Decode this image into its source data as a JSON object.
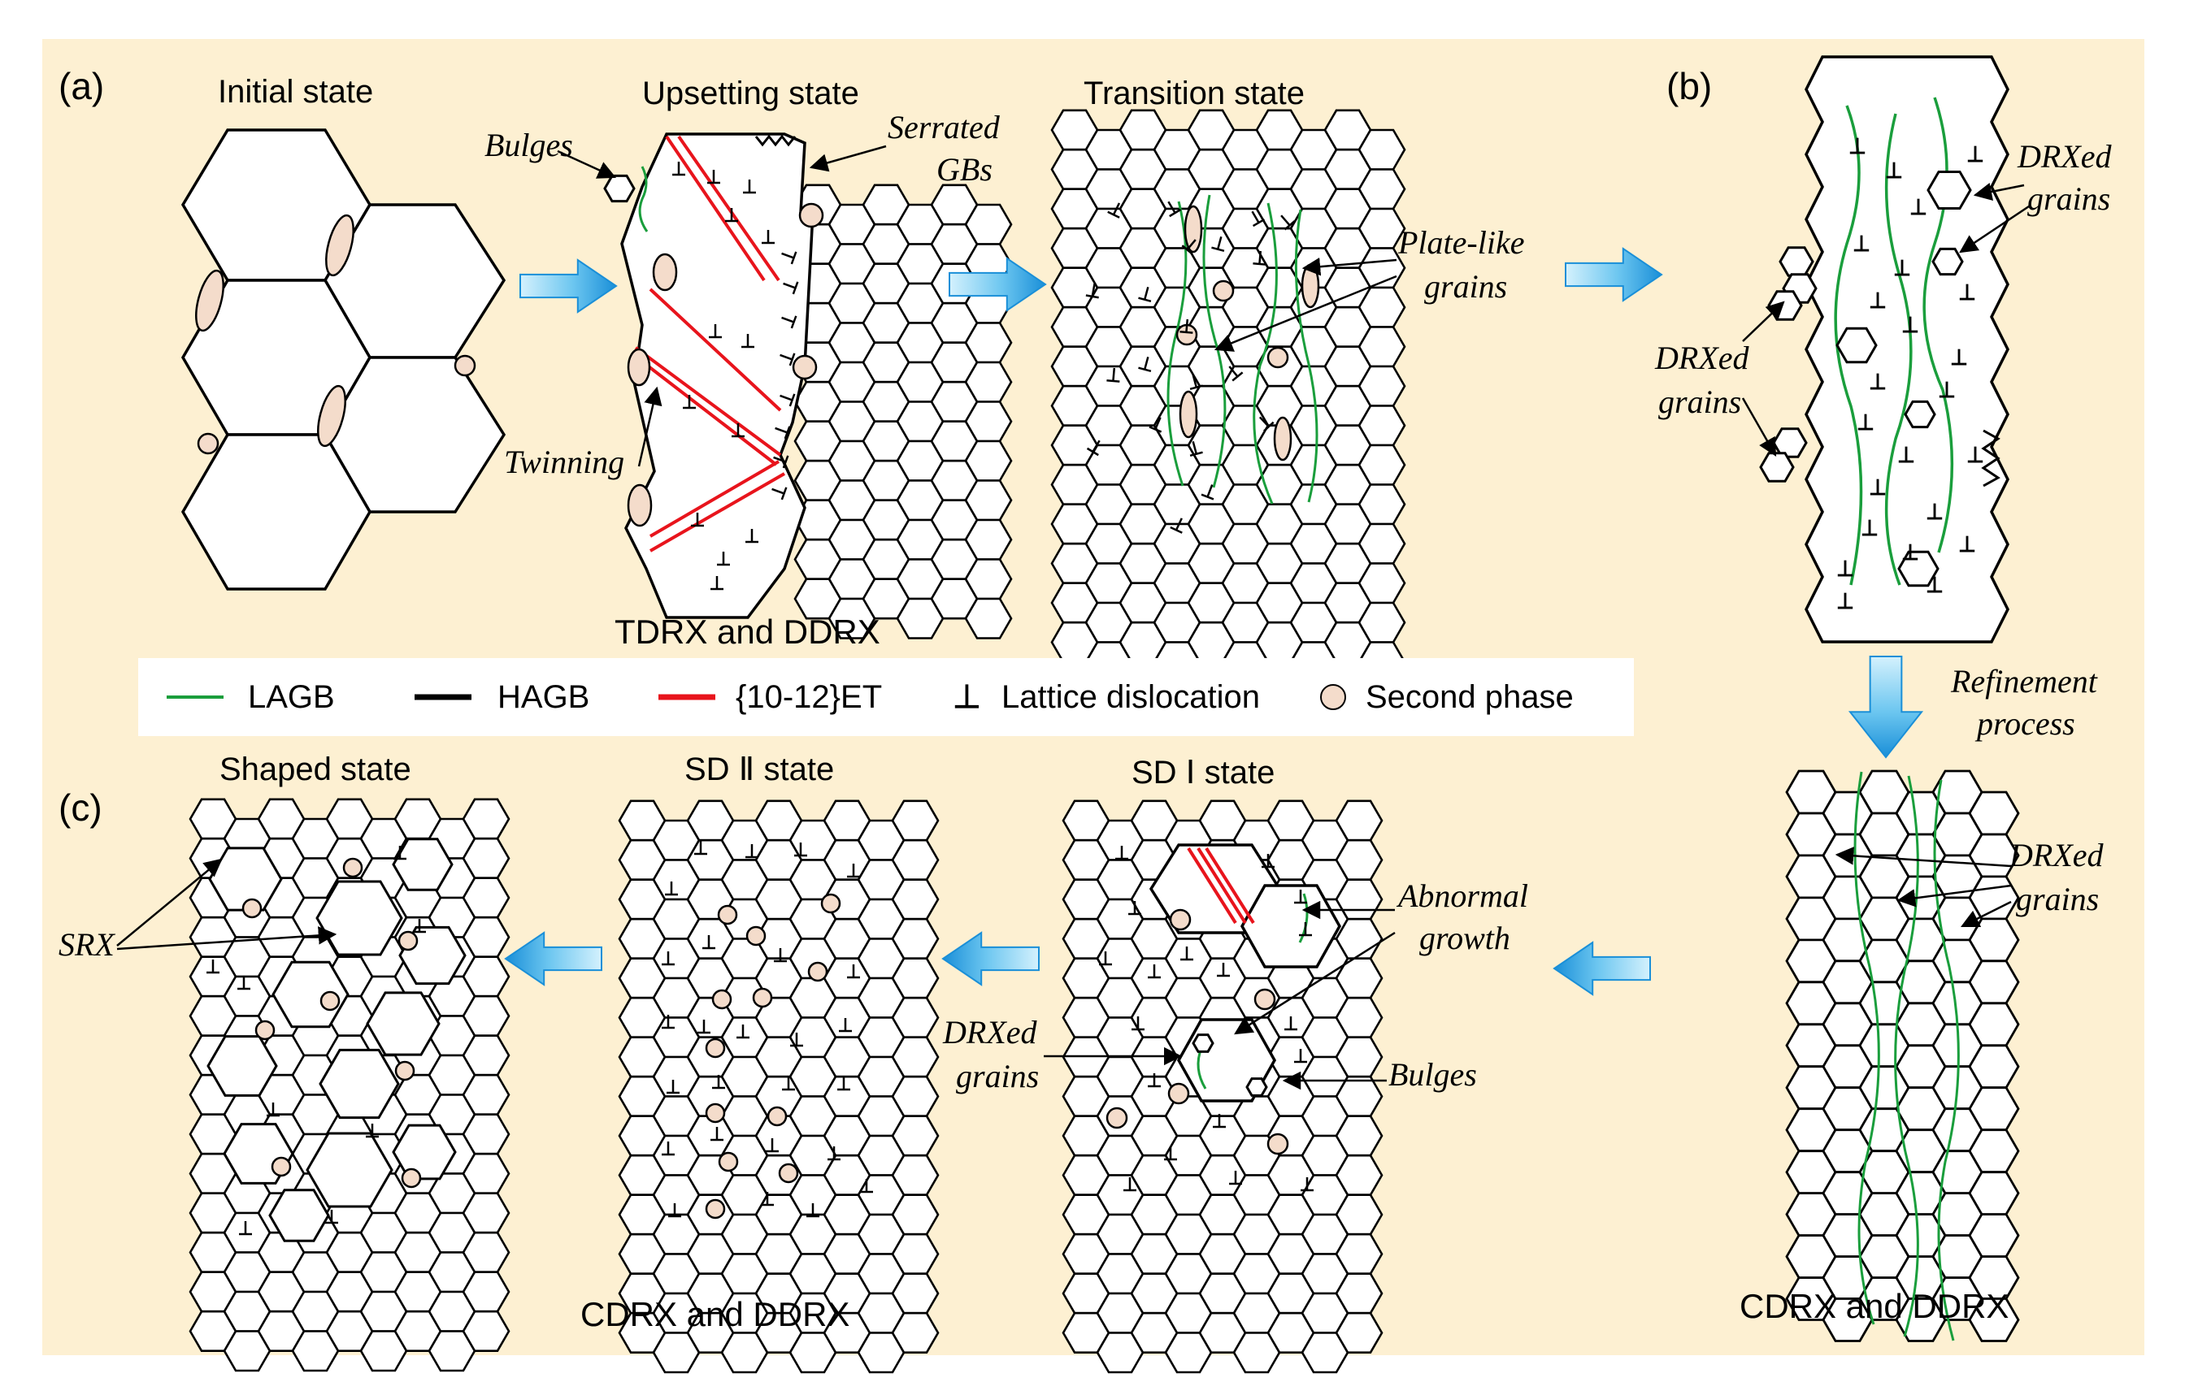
{
  "colors": {
    "background": "#fdf0d2",
    "lagb": "#1a9e3c",
    "hagb": "#000000",
    "twin": "#e8141c",
    "second_phase": "#f4dccb",
    "arrow_light": "#c6ecfb",
    "arrow_dark": "#1a8fd8"
  },
  "panel_a": {
    "label": "(a)",
    "initial": "Initial state",
    "upsetting": "Upsetting state",
    "transition": "Transition state",
    "bulges": "Bulges",
    "serrated_1": "Serrated",
    "serrated_2": "GBs",
    "twinning": "Twinning",
    "plate_1": "Plate-like",
    "plate_2": "grains",
    "mechanism": "TDRX and DDRX"
  },
  "panel_b": {
    "label": "(b)",
    "drx_top_1": "DRXed",
    "drx_top_2": "grains",
    "drx_left_1": "DRXed",
    "drx_left_2": "grains",
    "refinement_1": "Refinement",
    "refinement_2": "process",
    "drx_bottom_1": "DRXed",
    "drx_bottom_2": "grains",
    "mechanism": "CDRX and DDRX"
  },
  "panel_c": {
    "label": "(c)",
    "shaped": "Shaped state",
    "sd2": "SD Ⅱ state",
    "sd1": "SD Ⅰ state",
    "srx": "SRX",
    "abnormal_1": "Abnormal",
    "abnormal_2": "growth",
    "drx_1": "DRXed",
    "drx_2": "grains",
    "bulges": "Bulges",
    "mechanism": "CDRX and DDRX"
  },
  "legend": {
    "lagb": "LAGB",
    "hagb": "HAGB",
    "twin": "{10-12}ET",
    "dislocation_symbol": "⊥",
    "dislocation": "Lattice dislocation",
    "second_phase": "Second phase"
  }
}
